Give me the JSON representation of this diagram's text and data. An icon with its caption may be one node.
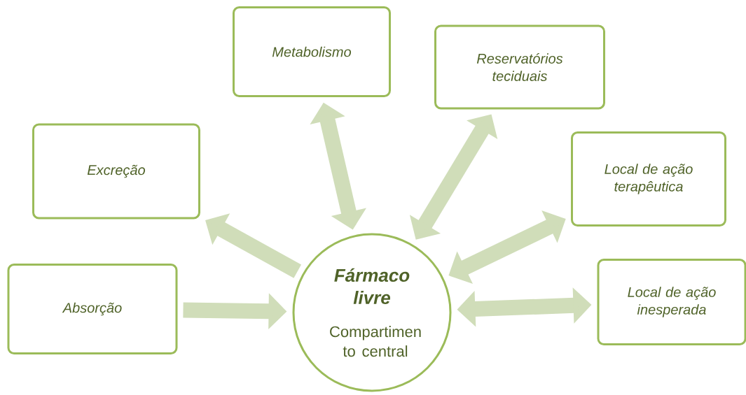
{
  "diagram": {
    "nodes": [
      {
        "text": [
          "Absorção"
        ]
      },
      {
        "text": [
          "Excreção"
        ]
      },
      {
        "text": [
          "Metabolismo"
        ]
      },
      {
        "text": [
          "Reservatórios teciduais"
        ]
      },
      {
        "text": [
          "Local de ação terapêutica"
        ]
      },
      {
        "text": [
          "Local de ação inesperada"
        ]
      },
      {
        "text": [
          "Fármaco livre",
          "Compartimen to central"
        ]
      }
    ],
    "edges": [
      {
        "from": 0,
        "to": 6,
        "arrow": "to"
      },
      {
        "from": 6,
        "to": 1,
        "arrow": "to"
      },
      {
        "from": 2,
        "to": 6,
        "arrow": "both"
      },
      {
        "from": 3,
        "to": 6,
        "arrow": "both"
      },
      {
        "from": 4,
        "to": 6,
        "arrow": "both"
      },
      {
        "from": 5,
        "to": 6,
        "arrow": "both"
      }
    ]
  }
}
